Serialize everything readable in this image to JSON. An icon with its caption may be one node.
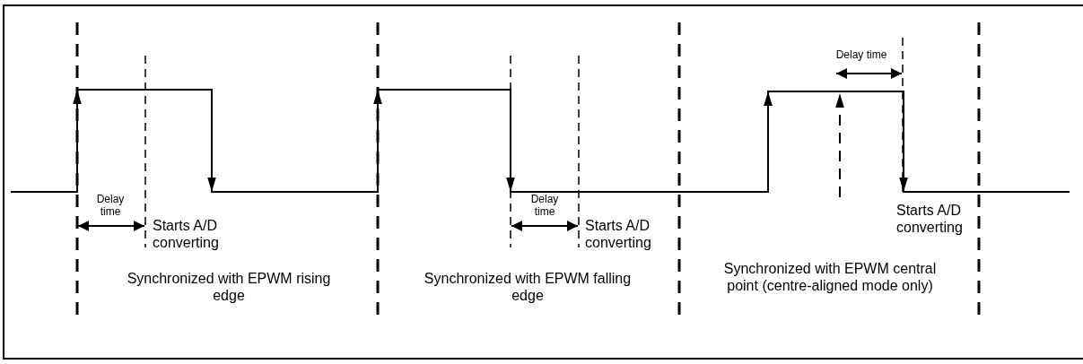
{
  "diagram": {
    "labels": [
      "Delay time",
      "Starts A/D converting",
      "Synchronized with EPWM rising edge",
      "Delay time",
      "Starts A/D converting",
      "Synchronized with EPWM falling edge",
      "Delay time",
      "Starts A/D converting",
      "Synchronized with EPWM central point (centre-aligned mode only)"
    ]
  }
}
